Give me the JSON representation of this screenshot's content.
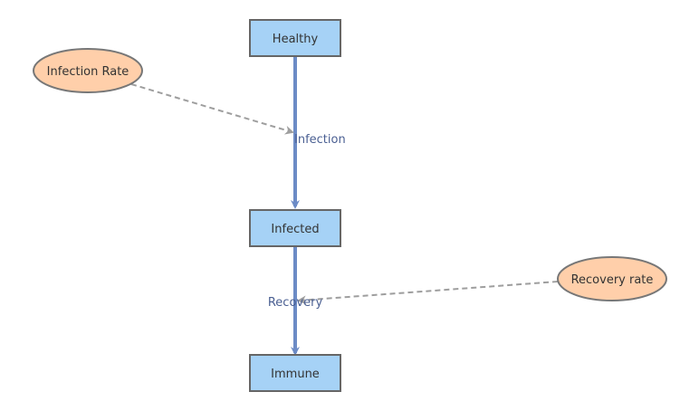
{
  "stocks": {
    "healthy": "Healthy",
    "infected": "Infected",
    "immune": "Immune"
  },
  "flows": {
    "infection": "Infection",
    "recovery": "Recovery"
  },
  "parameters": {
    "infection_rate": "Infection Rate",
    "recovery_rate": "Recovery rate"
  },
  "colors": {
    "stock_fill": "#a6d2f6",
    "stock_stroke": "#666666",
    "aux_fill": "#ffcfaa",
    "aux_stroke": "#777777",
    "flow": "#6c8bc6",
    "link": "#9e9e9e",
    "flow_label": "#4a5f92"
  }
}
